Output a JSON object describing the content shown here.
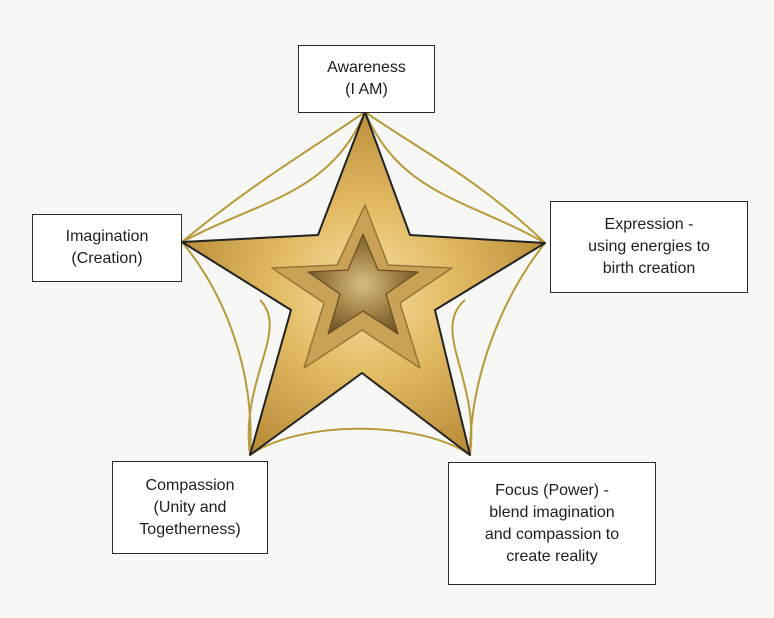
{
  "colors": {
    "star_light": "#f2d68a",
    "star_mid": "#d9ae55",
    "star_dark": "#a57a2c",
    "center_light": "#e3c88a",
    "center_dark": "#7d6130",
    "curve": "#b89a3a",
    "outline": "#222222",
    "box_border": "#2a2a2a",
    "text": "#1e1e1e"
  },
  "labels": {
    "awareness": [
      "Awareness",
      "(I AM)"
    ],
    "imagination": [
      "Imagination",
      "(Creation)"
    ],
    "expression": [
      "Expression -",
      "using energies to",
      "birth creation"
    ],
    "compassion": [
      "Compassion",
      "(Unity and",
      "Togetherness)"
    ],
    "focus": [
      "Focus (Power) -",
      "blend imagination",
      "and compassion to",
      "create reality"
    ]
  }
}
